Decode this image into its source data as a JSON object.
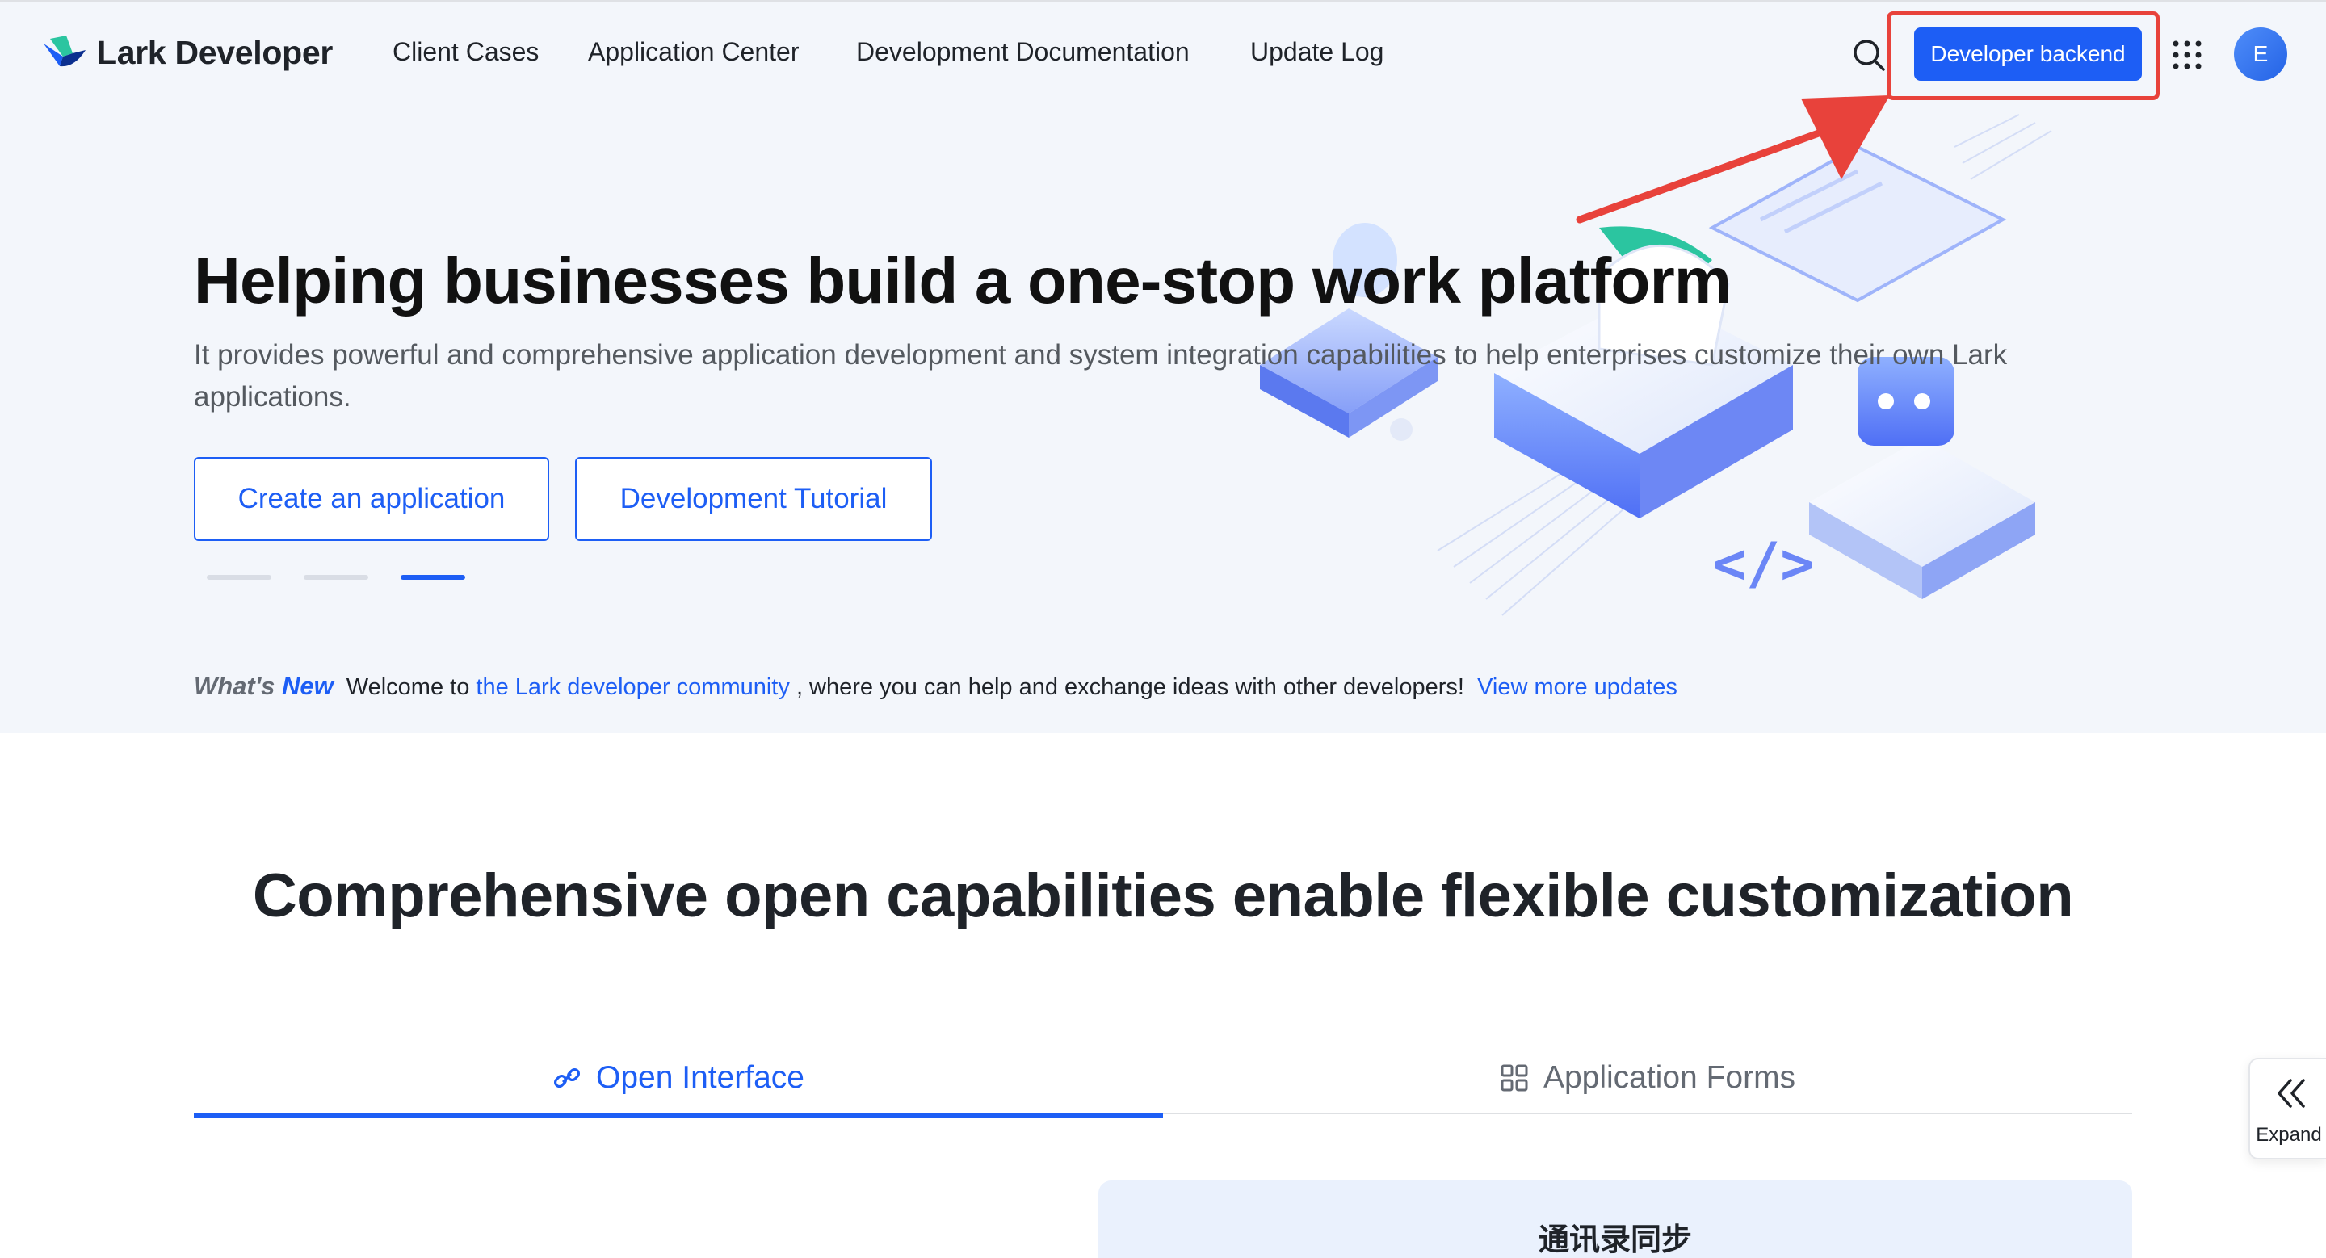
{
  "nav": {
    "brand": "Lark Developer",
    "items": [
      {
        "label": "Client Cases"
      },
      {
        "label": "Application Center"
      },
      {
        "label": "Development Documentation"
      },
      {
        "label": "Update Log"
      }
    ],
    "backend_button": "Developer backend",
    "avatar_initial": "E",
    "icons": [
      "lark-logo-icon",
      "search-icon",
      "app-grid-icon"
    ]
  },
  "hero": {
    "title": "Helping businesses build a one-stop work platform",
    "subtitle": "It provides powerful and comprehensive application development and system integration capabilities to help enterprises customize their own Lark applications.",
    "create_button": "Create an application",
    "tutorial_button": "Development Tutorial",
    "carousel": {
      "count": 3,
      "active_index": 2
    }
  },
  "whats_new": {
    "label_part1": "What's",
    "label_part2": "New",
    "text_before": "Welcome to",
    "community_link": "the Lark developer community",
    "text_after": ", where you can help and exchange ideas with other developers!",
    "more_link": "View more updates"
  },
  "capabilities": {
    "title": "Comprehensive open capabilities enable flexible customization",
    "tabs": [
      {
        "label": "Open Interface",
        "icon": "link-icon",
        "active": true
      },
      {
        "label": "Application Forms",
        "icon": "apps-grid-icon",
        "active": false
      }
    ],
    "card_title": "通讯录同步"
  },
  "side_panel": {
    "expand_label": "Expand",
    "icon": "double-chevron-left-icon"
  },
  "colors": {
    "accent": "#1d5ef5",
    "annotation": "#e8423b",
    "hero_bg": "#f3f6fb",
    "text": "#1f2329"
  }
}
